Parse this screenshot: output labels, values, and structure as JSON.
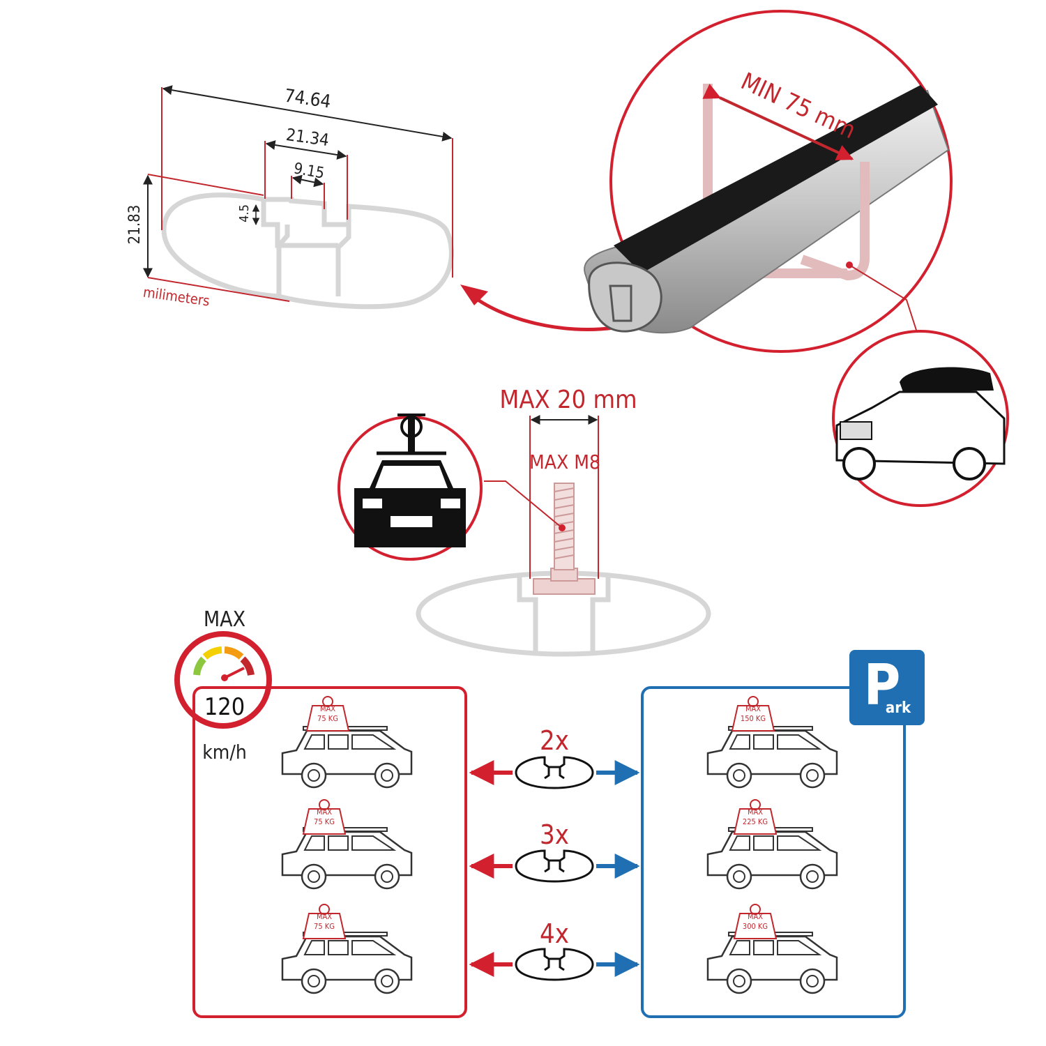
{
  "profile": {
    "width": "74.64",
    "slot_outer": "21.34",
    "slot_inner": "9.15",
    "height": "21.83",
    "slot_depth": "4.5",
    "unit": "milimeters"
  },
  "u_bolt": {
    "label": "MIN 75 mm"
  },
  "t_bolt": {
    "width_label": "MAX 20 mm",
    "thread_label": "MAX M8"
  },
  "speed": {
    "top": "MAX",
    "value": "120",
    "unit": "km/h"
  },
  "park": {
    "letter": "P",
    "suffix": "ark"
  },
  "rows": [
    {
      "count": "2x",
      "drive_load_max": "MAX",
      "drive_load": "75 KG",
      "park_load_max": "MAX",
      "park_load": "150 KG"
    },
    {
      "count": "3x",
      "drive_load_max": "MAX",
      "drive_load": "75 KG",
      "park_load_max": "MAX",
      "park_load": "225 KG"
    },
    {
      "count": "4x",
      "drive_load_max": "MAX",
      "drive_load": "75 KG",
      "park_load_max": "MAX",
      "park_load": "300 KG"
    }
  ],
  "colors": {
    "red": "#d3202f",
    "dark_red": "#c1272d",
    "blue": "#1f6fb2",
    "grey": "#d6d6d6"
  }
}
